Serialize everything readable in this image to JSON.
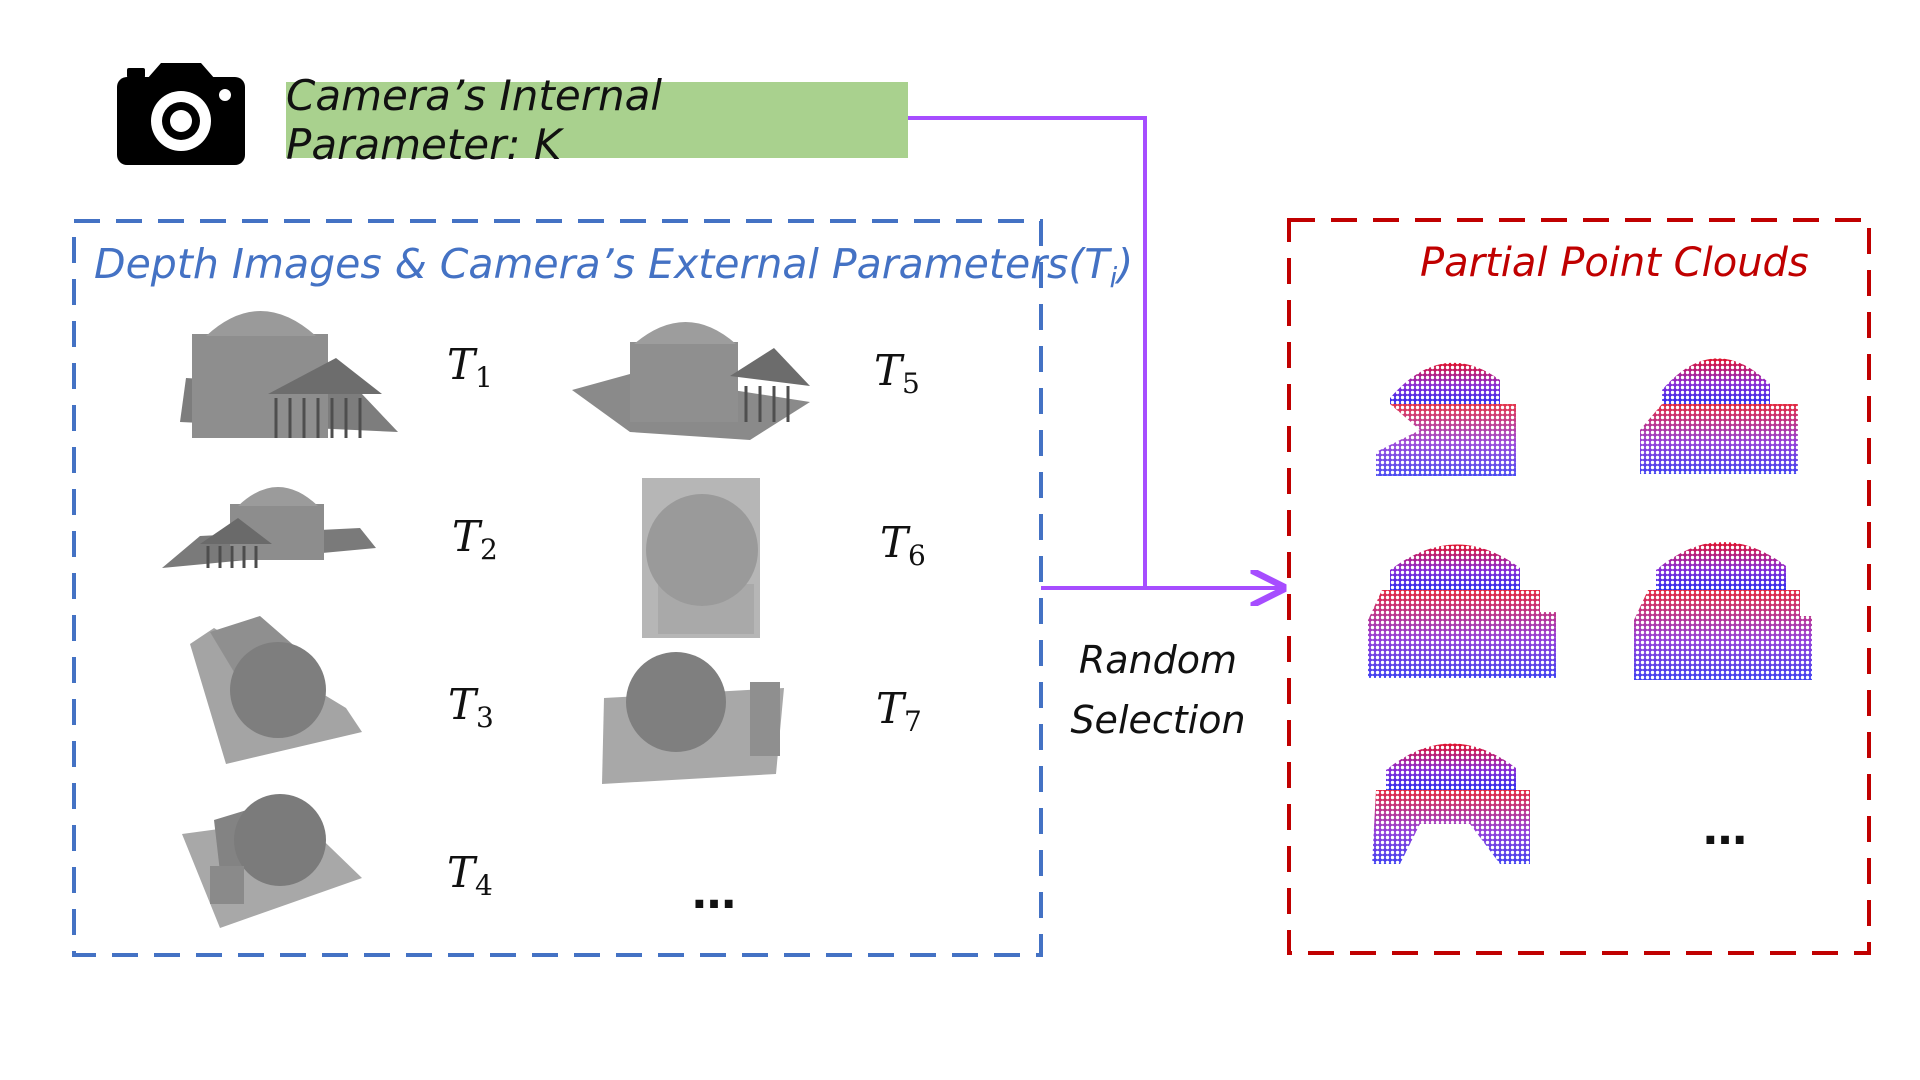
{
  "camera": {
    "icon": "camera-icon",
    "label": "Camera’s Internal Parameter: K"
  },
  "depth_panel": {
    "title_main": "Depth Images & Camera’s External Parameters(",
    "title_var": "T",
    "title_sub": "i",
    "title_close": ")",
    "items": [
      {
        "var": "T",
        "sub": "1"
      },
      {
        "var": "T",
        "sub": "2"
      },
      {
        "var": "T",
        "sub": "3"
      },
      {
        "var": "T",
        "sub": "4"
      },
      {
        "var": "T",
        "sub": "5"
      },
      {
        "var": "T",
        "sub": "6"
      },
      {
        "var": "T",
        "sub": "7"
      }
    ],
    "ellipsis": "…"
  },
  "arrow_label": {
    "line1": "Random",
    "line2": "Selection"
  },
  "point_cloud_panel": {
    "title": "Partial Point Clouds",
    "ellipsis": "…"
  },
  "colors": {
    "depth_border": "#4472c4",
    "pc_border": "#c00000",
    "arrow": "#a64dff",
    "k_box": "#a9d18e"
  }
}
